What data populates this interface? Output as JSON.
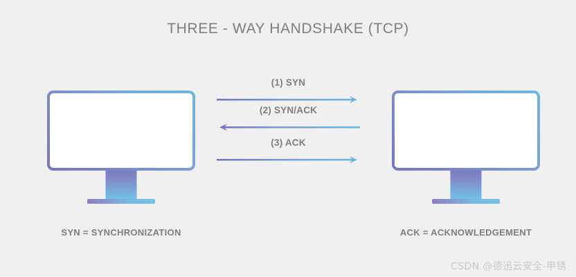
{
  "diagram": {
    "title": "THREE - WAY HANDSHAKE (TCP)",
    "background_color": "#f0f0f0",
    "text_color": "#7d7d82",
    "gradient_start_color": "#7a76bf",
    "gradient_end_color": "#6db7e2"
  },
  "nodes": [
    {
      "id": "client",
      "device": "monitor",
      "caption": "SYN = SYNCHRONIZATION"
    },
    {
      "id": "server",
      "device": "monitor",
      "caption": "ACK = ACKNOWLEDGEMENT"
    }
  ],
  "messages": [
    {
      "step": 1,
      "label": "(1) SYN",
      "direction": "right",
      "head_color": "#6db7e2",
      "tail_color": "#7a76bf"
    },
    {
      "step": 2,
      "label": "(2) SYN/ACK",
      "direction": "left",
      "head_color": "#7a76bf",
      "tail_color": "#6db7e2"
    },
    {
      "step": 3,
      "label": "(3) ACK",
      "direction": "right",
      "head_color": "#6db7e2",
      "tail_color": "#7a76bf"
    }
  ],
  "watermark": {
    "text": "CSDN @德迅云安全-甲锈"
  }
}
